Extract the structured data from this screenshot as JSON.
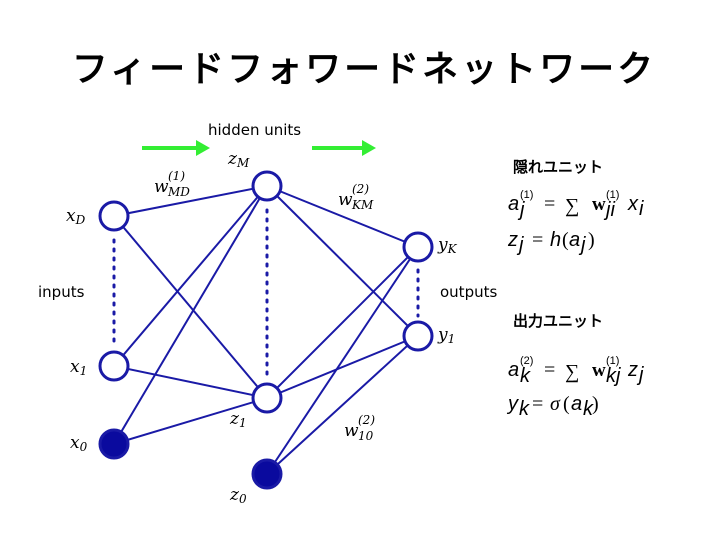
{
  "title": "フィードフォワードネットワーク",
  "labels": {
    "hidden_units": "hidden units",
    "inputs": "inputs",
    "outputs": "outputs"
  },
  "nodes": {
    "xD": "x",
    "xD_sub": "D",
    "x1": "x",
    "x1_sub": "1",
    "x0": "x",
    "x0_sub": "0",
    "zM": "z",
    "zM_sub": "M",
    "z1": "z",
    "z1_sub": "1",
    "z0": "z",
    "z0_sub": "0",
    "yK": "y",
    "yK_sub": "K",
    "y1": "y",
    "y1_sub": "1"
  },
  "weights": {
    "w1": {
      "base": "w",
      "sup": "(1)",
      "sub": "MD"
    },
    "w2": {
      "base": "w",
      "sup": "(2)",
      "sub": "KM"
    },
    "w10": {
      "base": "w",
      "sup": "(2)",
      "sub": "10"
    }
  },
  "hidden_section": {
    "heading": "隠れユニット",
    "eq1": {
      "lhs": "a",
      "lhs_sup": "(1)",
      "lhs_sub": "j",
      "op": "=",
      "sum": "∑",
      "w": "w",
      "w_sup": "(1)",
      "w_sub": "ji",
      "var": "x",
      "var_sub": "i"
    },
    "eq2": {
      "lhs": "z",
      "lhs_sub": "j",
      "op": "=",
      "func": "h",
      "paren_open": "(",
      "arg": "a",
      "arg_sub": "j",
      "paren_close": ")"
    }
  },
  "output_section": {
    "heading": "出力ユニット",
    "eq1": {
      "lhs": "a",
      "lhs_sup": "(2)",
      "lhs_sub": "k",
      "op": "=",
      "sum": "∑",
      "w": "w",
      "w_sup": "(1)",
      "w_sub": "kj",
      "var": "z",
      "var_sub": "j"
    },
    "eq2": {
      "lhs": "y",
      "lhs_sub": "k",
      "op": "=",
      "func": "σ",
      "paren_open": "(",
      "arg": "a",
      "arg_sub": "k",
      "paren_close": ")"
    }
  },
  "colors": {
    "node_stroke": "#1a1aa6",
    "edge": "#1a1aa6",
    "bias_fill": "#0a0a9e",
    "arrow": "#33ee33",
    "dots": "#1a1aa6"
  }
}
